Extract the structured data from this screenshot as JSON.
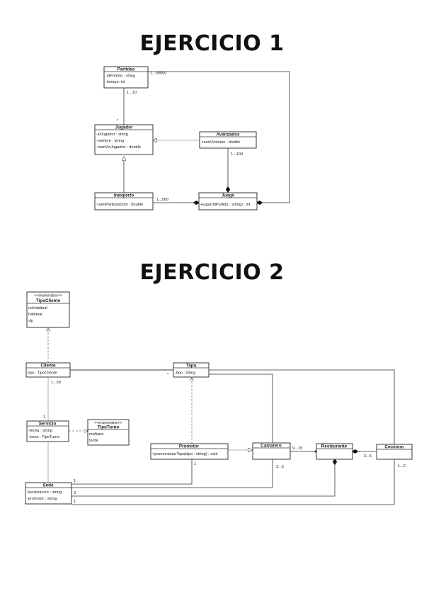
{
  "titles": {
    "ex1": "EJERCICIO 1",
    "ex2": "EJERCICIO 2"
  },
  "ex1": {
    "partidas": {
      "name": "Partidas",
      "attrs": [
        "-idPartida : string",
        "-tiempo: int"
      ]
    },
    "jugador": {
      "name": "Jugador",
      "attrs": [
        "-idJugador : string",
        "-nombre : string",
        "-numVicJugados : double"
      ]
    },
    "avanzados": {
      "name": "Avanzados",
      "attrs": [
        "-numVictorias : double"
      ]
    },
    "inexperto": {
      "name": "Inexperto",
      "attrs": [
        "-numPartidasDolo : double"
      ]
    },
    "juego": {
      "name": "Juego",
      "attrs": [
        "+jugar(idPartida : string) : int"
      ]
    },
    "mults": {
      "partidas_juego": "1...50000",
      "partidas_jugador_top": "1...10",
      "partidas_jugador_bottom": "*",
      "avanzados_juego": "1...100",
      "inexperto_juego": "1...500"
    }
  },
  "ex2": {
    "tipo_cliente": {
      "stereo": "<<enumeration>>",
      "name": "TipoCliente",
      "attrs": [
        "noHabitual",
        "habitual",
        "vip"
      ]
    },
    "cliente": {
      "name": "Cliente",
      "attrs": [
        "tipo : TipoCliente"
      ]
    },
    "tapa": {
      "name": "Tapa",
      "attrs": [
        "-tipo : string"
      ]
    },
    "servicio": {
      "name": "Servicio",
      "attrs": [
        "-fecha : string",
        "-turno : TipoTurno"
      ]
    },
    "tipo_turno": {
      "stereo": "<<enumeration>>",
      "name": "TipoTurno",
      "attrs": [
        "mañana",
        "tarde"
      ]
    },
    "promotor": {
      "name": "Promotor",
      "attrs": [
        "+promocionarTapa(tipo : string) : void"
      ]
    },
    "camarero": {
      "name": "Camarero",
      "attrs": []
    },
    "restaurante": {
      "name": "Restaurante",
      "attrs": []
    },
    "cocinero": {
      "name": "Cocinero",
      "attrs": []
    },
    "sede": {
      "name": "Sede",
      "attrs": [
        "-localizacion : string",
        "-promotor : string"
      ]
    },
    "mults": {
      "cliente_servicio_top": "1...50",
      "cliente_servicio_bottom": "1",
      "cliente_tapa": "*",
      "camarero_restaurante": "9...15",
      "restaurante_cocinero": "3...6",
      "camarero_sede": "3...5",
      "cocinero_sede": "1...2",
      "promotor_sede": "1",
      "sede_1": "1",
      "sede_3": "3",
      "sede_1b": "1"
    }
  }
}
